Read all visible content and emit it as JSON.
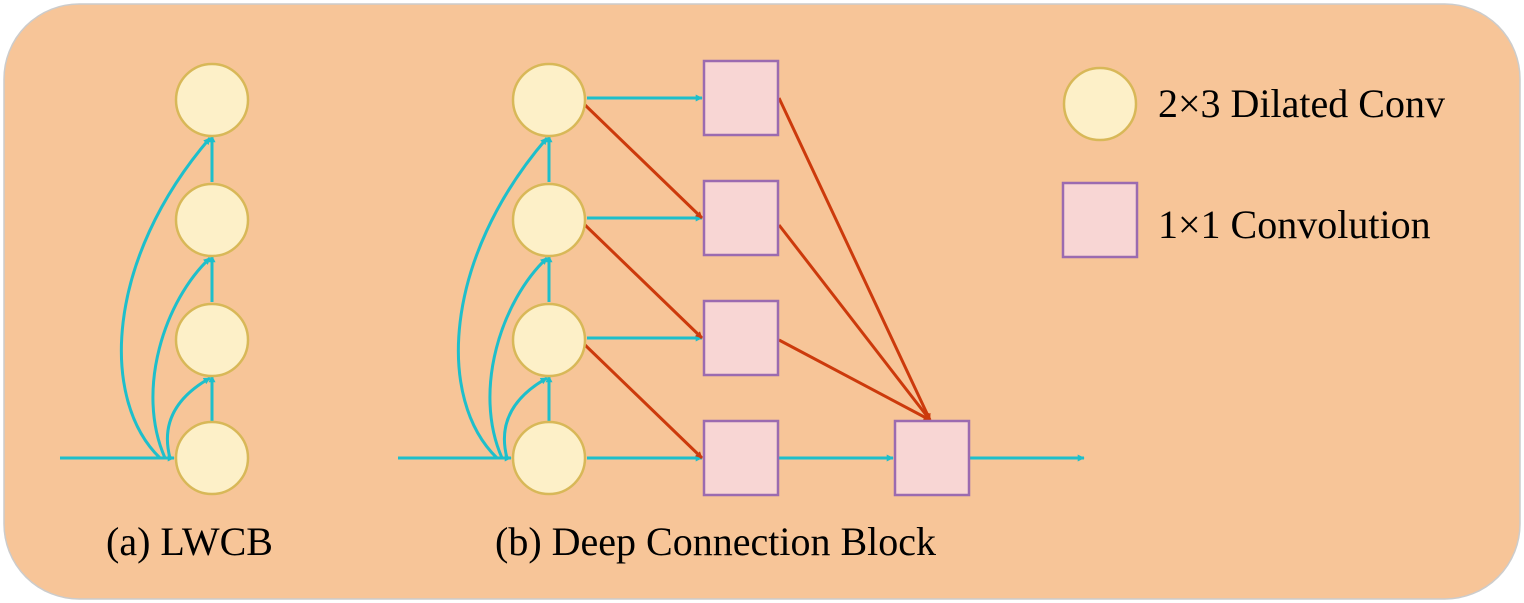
{
  "colors": {
    "panel_fill": "#F7C598",
    "conv_fill": "#FDF0C8",
    "conv_stroke": "#D8B858",
    "square_fill": "#F8D6D4",
    "square_stroke": "#9B6BB0",
    "cyan_arrow": "#1EBFCB",
    "red_arrow": "#CC3A0C"
  },
  "legend": {
    "dilated_conv": "2×3 Dilated Conv",
    "conv_1x1": "1×1 Convolution"
  },
  "captions": {
    "lwcb": "(a) LWCB",
    "deep_connection_block": "(b) Deep Connection Block"
  },
  "icons": {
    "dilated_conv_node": "circle",
    "conv_1x1_node": "square",
    "arrow_head": "triangle"
  }
}
